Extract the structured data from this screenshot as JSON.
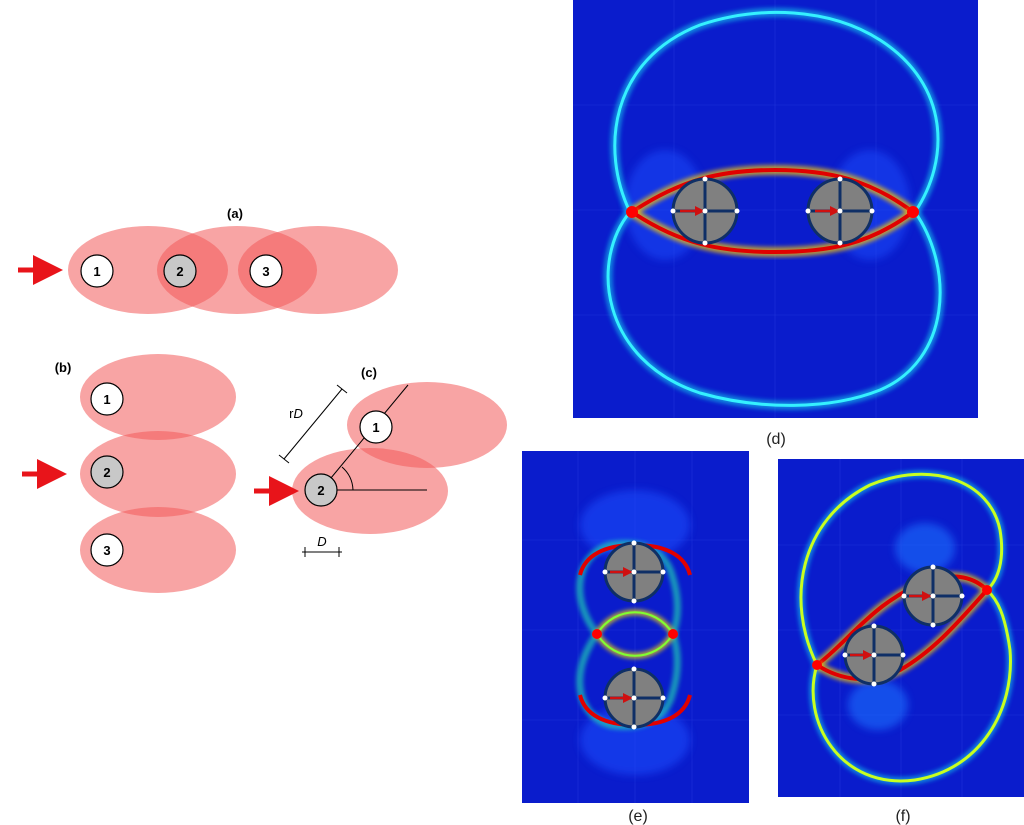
{
  "schematic": {
    "panel_a_label": "(a)",
    "panel_b_label": "(b)",
    "panel_c_label": "(c)",
    "cylinder_1": "1",
    "cylinder_2": "2",
    "cylinder_3": "3",
    "spacing_label_r": "r",
    "spacing_label_D": "D",
    "diameter_label": "D"
  },
  "simulations": {
    "panel_d_label": "(d)",
    "panel_e_label": "(e)",
    "panel_f_label": "(f)"
  },
  "colors": {
    "wake_fill": "#f25a5a",
    "arrow": "#e8141a",
    "cylinder_white": "#ffffff",
    "cylinder_gray": "#c8c8c8",
    "sim_background": "#0a1ccc",
    "sim_cylinder": "#808080",
    "sim_cross": "#0f2f66"
  }
}
